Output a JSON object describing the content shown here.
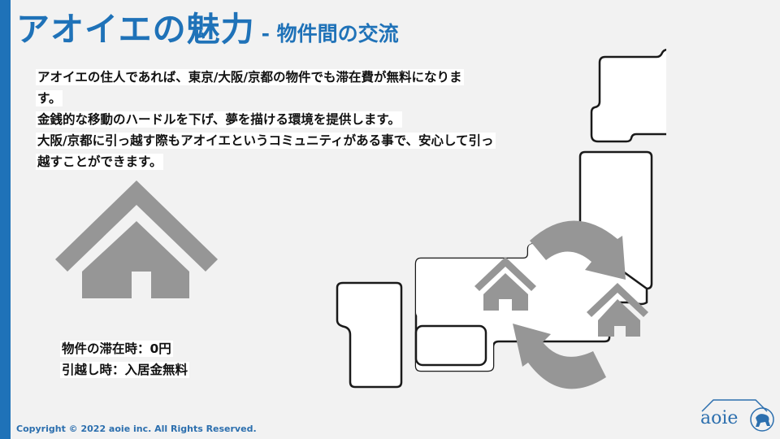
{
  "slide": {
    "title_main": "アオイエの魅力",
    "title_sub": "- 物件間の交流",
    "accent_color": "#1f72b8"
  },
  "body": {
    "lines": [
      "アオイエの住人であれば、東京/大阪/京都の物件でも滞在費が無料になりま",
      "す。",
      "金銭的な移動のハードルを下げ、夢を描ける環境を提供します。",
      "大阪/京都に引っ越す際もアオイエというコミュニティがある事で、安心して引っ",
      "越すことができます。"
    ]
  },
  "stay_info": {
    "stay_cost": "物件の滞在時：0円",
    "move_cost": "引越し時：入居金無料"
  },
  "illustration": {
    "big_icon": "house-icon",
    "map": "japan-map-outline",
    "arrows": "cycle-arrows-icon",
    "small_icons": [
      "house-icon",
      "house-icon"
    ],
    "icon_color": "#969696"
  },
  "footer": {
    "copyright": "Copyright © 2022 aoie inc.  All Rights Reserved."
  },
  "logo": {
    "text": "aoie",
    "color": "#2c6fae"
  }
}
